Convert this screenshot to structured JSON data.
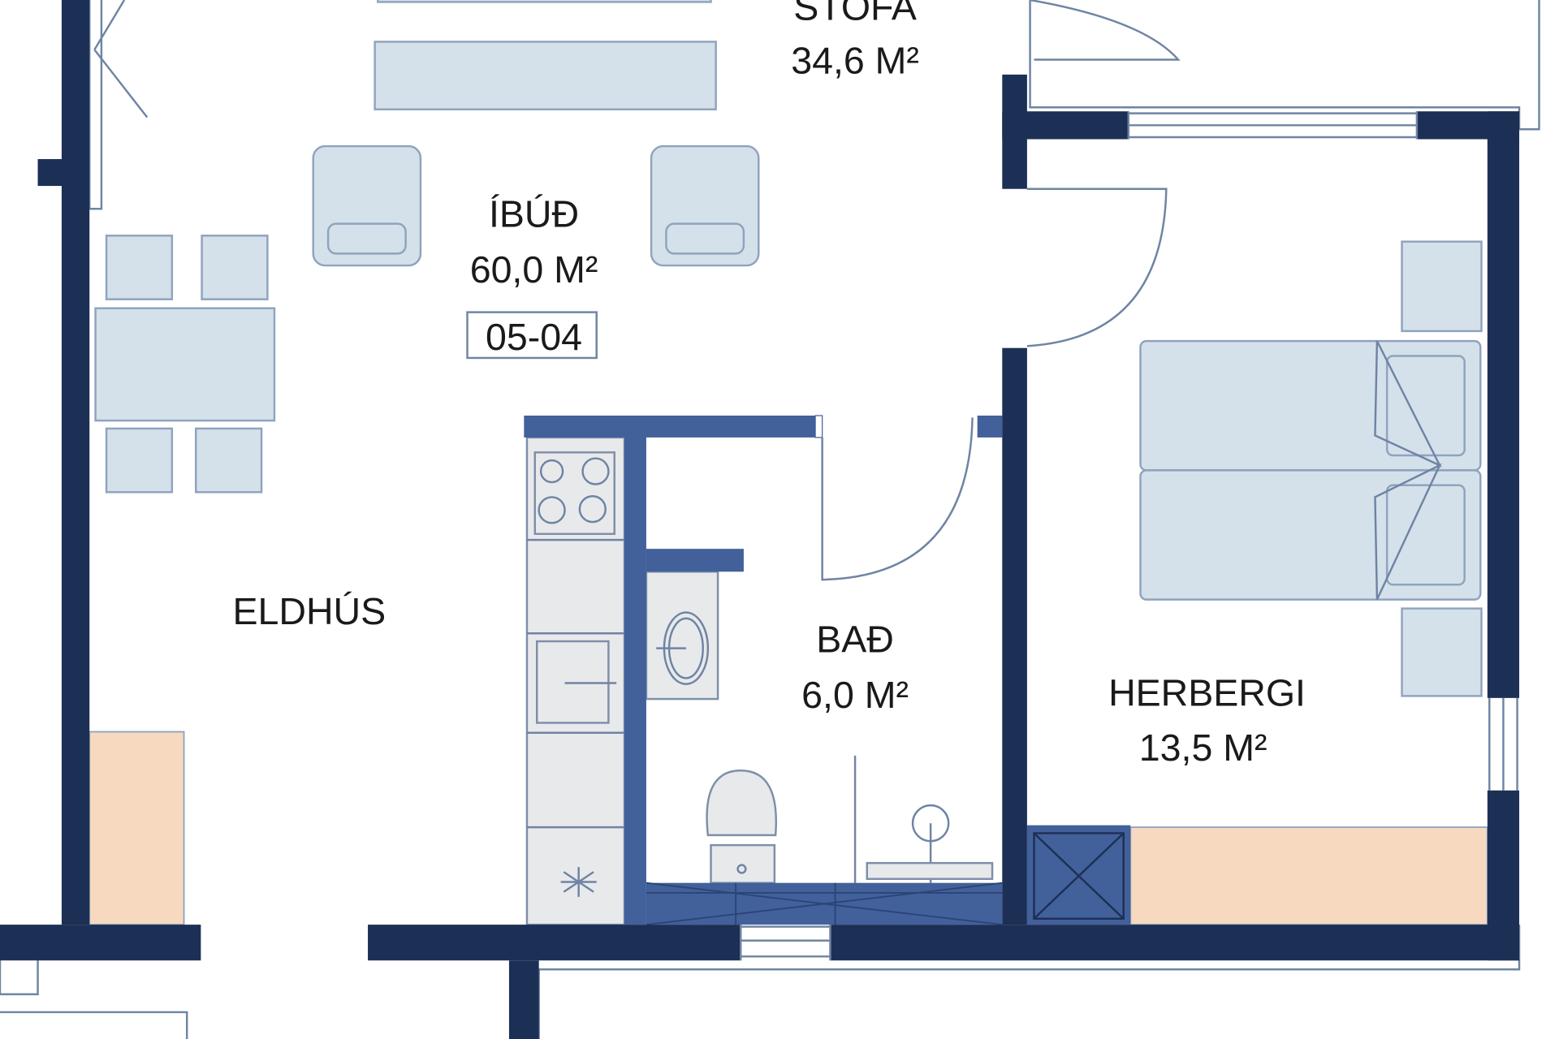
{
  "rooms": {
    "stofa": {
      "name": "STOFA",
      "area": "34,6 M²"
    },
    "ibud": {
      "name": "ÍBÚÐ",
      "area": "60,0 M²",
      "unit": "05-04"
    },
    "eldhus": {
      "name": "ELDHÚS"
    },
    "bad": {
      "name": "BAÐ",
      "area": "6,0 M²"
    },
    "herbergi": {
      "name": "HERBERGI",
      "area": "13,5 M²"
    }
  },
  "colors": {
    "outer_wall": "#1c3056",
    "inner_wall": "#42609a",
    "furniture": "#d4e1eb",
    "storage": "#f7d9bf"
  }
}
